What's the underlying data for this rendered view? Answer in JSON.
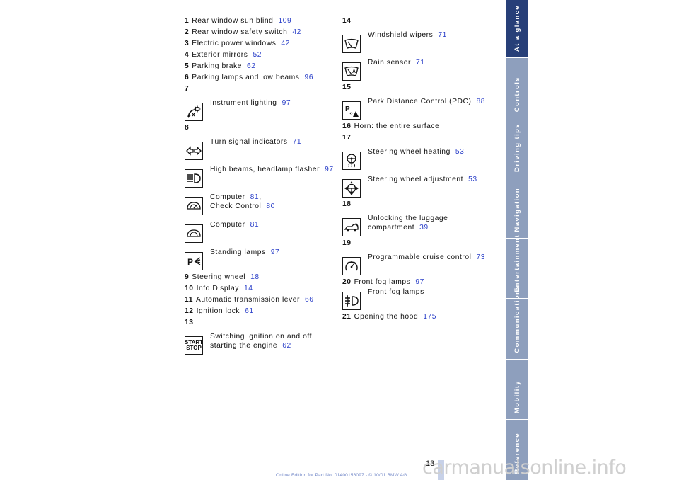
{
  "left_column": [
    {
      "num": "1",
      "label": "Rear window sun blind",
      "page": "109"
    },
    {
      "num": "2",
      "label": "Rear window safety switch",
      "page": "42"
    },
    {
      "num": "3",
      "label": "Electric power windows",
      "page": "42"
    },
    {
      "num": "4",
      "label": "Exterior mirrors",
      "page": "52"
    },
    {
      "num": "5",
      "label": "Parking brake",
      "page": "62"
    },
    {
      "num": "6",
      "label": "Parking lamps and low beams",
      "page": "96"
    },
    {
      "num": "7"
    },
    {
      "icon": "instrument-lighting-icon",
      "label": "Instrument lighting",
      "page": "97"
    },
    {
      "num": "8"
    },
    {
      "icon": "turn-signal-icon",
      "label": "Turn signal indicators",
      "page": "71"
    },
    {
      "icon": "high-beam-icon",
      "label": "High beams, headlamp flasher",
      "page": "97"
    },
    {
      "icon": "computer-check-control-icon",
      "line1": "Computer",
      "page1": "81",
      "line2": "Check Control",
      "page2": "80"
    },
    {
      "icon": "computer-icon",
      "label": "Computer",
      "page": "81"
    },
    {
      "icon": "standing-lamps-icon",
      "label": "Standing lamps",
      "page": "97"
    },
    {
      "num": "9",
      "label": "Steering wheel",
      "page": "18"
    },
    {
      "num": "10",
      "label": "Info Display",
      "page": "14"
    },
    {
      "num": "11",
      "label": "Automatic transmission lever",
      "page": "66"
    },
    {
      "num": "12",
      "label": "Ignition lock",
      "page": "61"
    },
    {
      "num": "13"
    },
    {
      "icon": "start-stop-icon",
      "icon_text_1": "START",
      "icon_text_2": "STOP",
      "line1": "Switching ignition on and off,",
      "line2": "starting the engine",
      "page2": "62"
    }
  ],
  "right_column": [
    {
      "num": "14"
    },
    {
      "icon": "windshield-wipers-icon",
      "label": "Windshield wipers",
      "page": "71"
    },
    {
      "icon": "rain-sensor-icon",
      "icon_text": "A",
      "label": "Rain sensor",
      "page": "71"
    },
    {
      "num": "15"
    },
    {
      "icon": "pdc-icon",
      "icon_text": "P",
      "label": "Park Distance Control (PDC)",
      "page": "88"
    },
    {
      "num": "16",
      "label": "Horn: the entire surface"
    },
    {
      "num": "17"
    },
    {
      "icon": "steering-wheel-heating-icon",
      "label": "Steering wheel heating",
      "page": "53"
    },
    {
      "icon": "steering-wheel-adjustment-icon",
      "label": "Steering wheel adjustment",
      "page": "53"
    },
    {
      "num": "18"
    },
    {
      "icon": "luggage-compartment-icon",
      "line1": "Unlocking the luggage",
      "line2": "compartment",
      "page2": "39"
    },
    {
      "num": "19"
    },
    {
      "icon": "cruise-control-icon",
      "label": "Programmable cruise control",
      "page": "73"
    },
    {
      "num": "20",
      "label": "Front fog lamps",
      "page": "97"
    },
    {
      "icon": "front-fog-lamps-icon",
      "label": "Front fog lamps",
      "page": ""
    },
    {
      "num": "21",
      "label": "Opening the hood",
      "page": "175"
    }
  ],
  "sidebar": {
    "tabs": [
      "At a glance",
      "Controls",
      "Driving tips",
      "Navigation",
      "Entertainment",
      "Communications",
      "Mobility",
      "Reference"
    ],
    "active_index": 0,
    "active_color": "#273f78",
    "inactive_color": "#8e9fbd"
  },
  "page_number": "13",
  "footer": "Online Edition for Part No. 01400156097 - © 10/01 BMW AG",
  "watermark": "carmanualsonline.info",
  "colors": {
    "page_ref": "#2a3fc8",
    "text": "#111111"
  }
}
